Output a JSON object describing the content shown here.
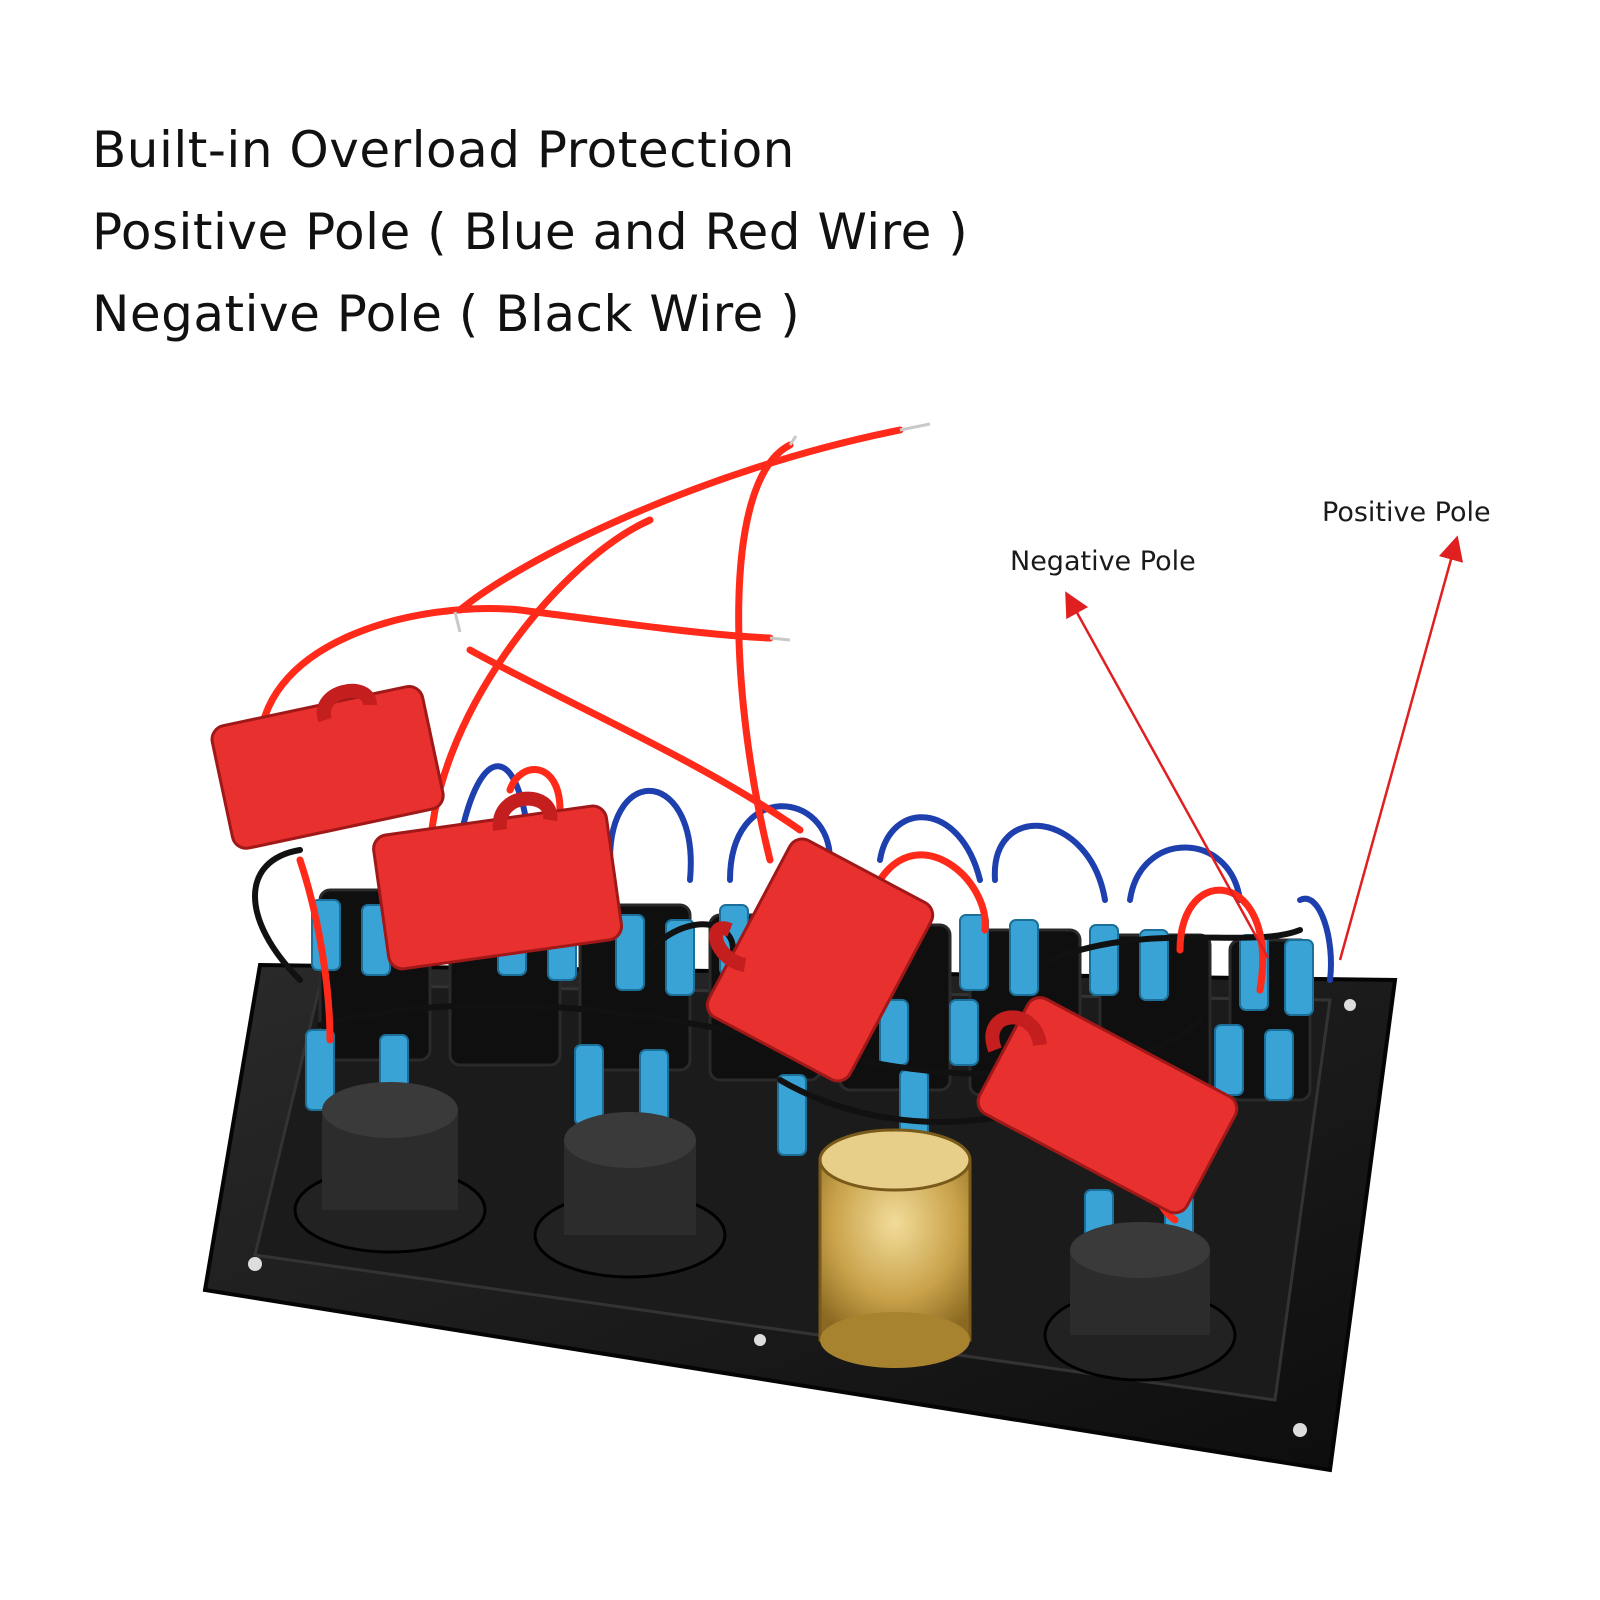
{
  "headlines": {
    "line1": "Built-in Overload Protection",
    "line2": "Positive Pole ( Blue and Red Wire )",
    "line3": "Negative Pole ( Black Wire )"
  },
  "callouts": {
    "negative": "Negative Pole",
    "positive": "Positive Pole"
  },
  "colors": {
    "background": "#ffffff",
    "panel": "#141414",
    "fuse_holder": "#e8302f",
    "red_wire": "#ff2a1a",
    "blue_wire": "#1e3fae",
    "connector": "#3aa3d6",
    "arrow": "#e02020"
  },
  "icons": [
    "switch-panel-photo",
    "fuse-holder",
    "usb-socket",
    "cigarette-lighter-socket",
    "arrow-pointer"
  ]
}
